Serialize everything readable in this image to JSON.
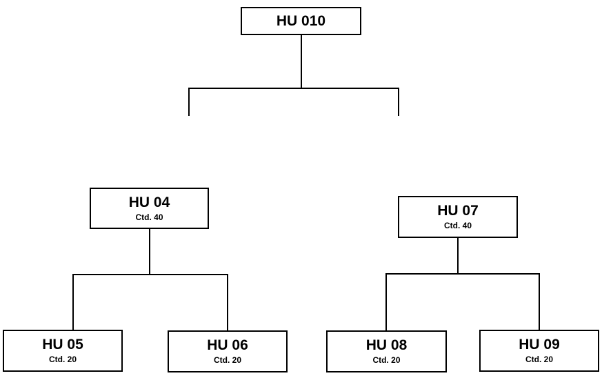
{
  "diagram": {
    "root": {
      "title": "HU 010"
    },
    "nodes": {
      "hu04": {
        "title": "HU 04",
        "qty": "Ctd. 40"
      },
      "hu07": {
        "title": "HU 07",
        "qty": "Ctd. 40"
      },
      "hu05": {
        "title": "HU 05",
        "qty": "Ctd. 20"
      },
      "hu06": {
        "title": "HU 06",
        "qty": "Ctd. 20"
      },
      "hu08": {
        "title": "HU 08",
        "qty": "Ctd. 20"
      },
      "hu09": {
        "title": "HU 09",
        "qty": "Ctd. 20"
      }
    },
    "colors": {
      "line": "#000000",
      "box_border": "#000000",
      "background": "#ffffff",
      "text": "#000000"
    }
  }
}
